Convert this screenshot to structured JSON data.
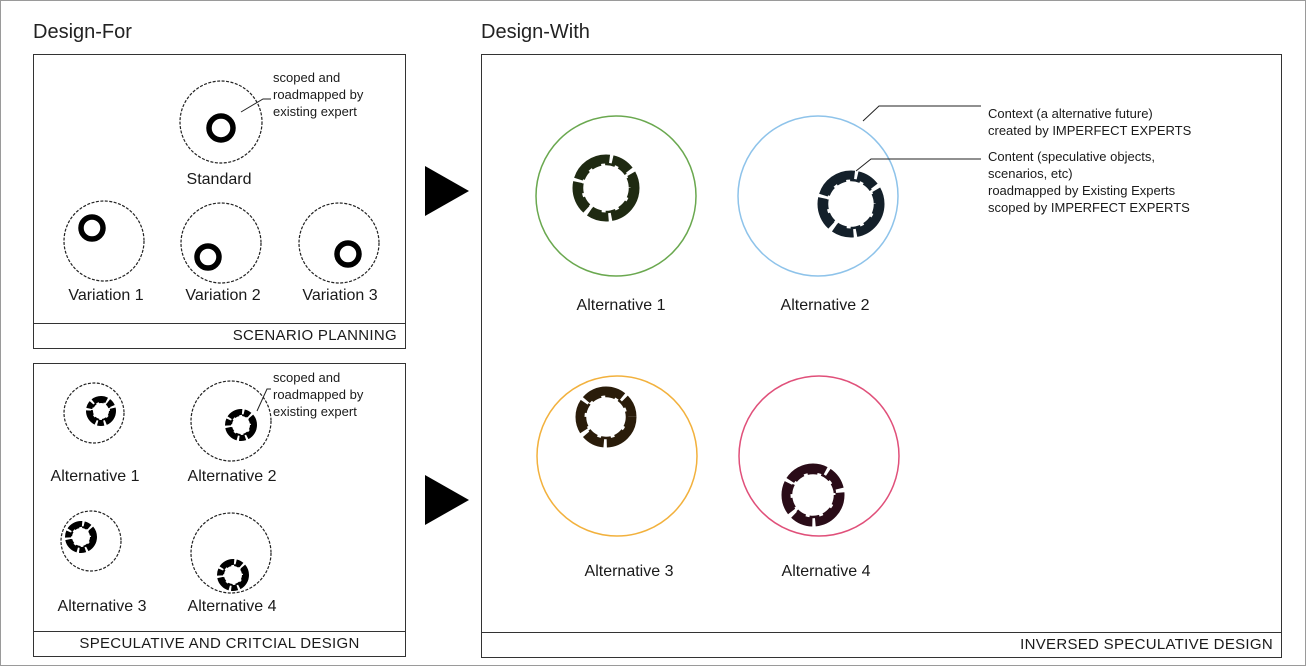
{
  "design_for": {
    "title": "Design-For",
    "scenario_planning": {
      "footer": "SCENARIO PLANNING",
      "note": "scoped and roadmapped by existing expert",
      "note_lines": [
        "scoped and",
        "roadmapped by",
        "existing expert"
      ],
      "standard_label": "Standard",
      "variations": [
        "Variation 1",
        "Variation 2",
        "Variation 3"
      ]
    },
    "speculative_critical": {
      "footer": "SPECULATIVE AND CRITCIAL DESIGN",
      "note_lines": [
        "scoped and",
        "roadmapped by",
        "existing expert"
      ],
      "alternatives": [
        "Alternative  1",
        "Alternative 2",
        "Alternative 3",
        "Alternative 4"
      ]
    }
  },
  "design_with": {
    "title": "Design-With",
    "footer": "INVERSED SPECULATIVE DESIGN",
    "context_note": [
      "Context (a alternative future)",
      "created by IMPERFECT EXPERTS"
    ],
    "content_note": [
      "Content (speculative objects,",
      "scenarios, etc)",
      "roadmapped by Existing Experts",
      "scoped by IMPERFECT EXPERTS"
    ],
    "alternatives": [
      {
        "label": "Alternative 1",
        "color": "#6aa84f"
      },
      {
        "label": "Alternative 2",
        "color": "#8ec3ea"
      },
      {
        "label": "Alternative 3",
        "color": "#f2b13d"
      },
      {
        "label": "Alternative 4",
        "color": "#e0507a"
      }
    ]
  },
  "colors": {
    "ring_alt1": "#1f2a12",
    "ring_alt2": "#14202a",
    "ring_alt3": "#2a1c0a",
    "ring_alt4": "#2a0c18",
    "arrow": "#000000"
  }
}
